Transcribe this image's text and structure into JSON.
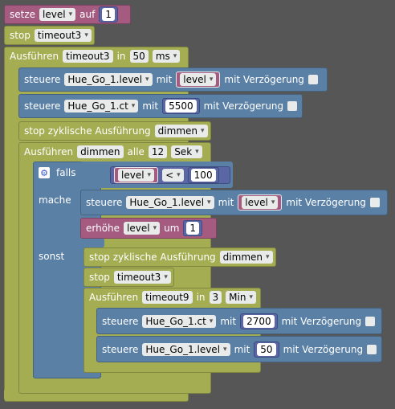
{
  "set_level": {
    "set": "setze",
    "var": "level",
    "to": "auf",
    "value": "1"
  },
  "stop_timeout3": {
    "label": "stop",
    "var": "timeout3"
  },
  "exec_timeout3": {
    "label": "Ausführen",
    "var": "timeout3",
    "in": "in",
    "delay": "50",
    "unit": "ms"
  },
  "ctrl_level_1": {
    "label": "steuere",
    "target": "Hue_Go_1.level",
    "with": "mit",
    "var": "level",
    "delay_label": "mit Verzögerung"
  },
  "ctrl_ct_1": {
    "label": "steuere",
    "target": "Hue_Go_1.ct",
    "with": "mit",
    "value": "5500",
    "delay_label": "mit Verzögerung"
  },
  "stop_cyclic_1": {
    "label": "stop zyklische Ausführung",
    "var": "dimmen"
  },
  "exec_dimmen": {
    "label": "Ausführen",
    "var": "dimmen",
    "every": "alle",
    "interval": "12",
    "unit": "Sek"
  },
  "if_block": {
    "falls": "falls",
    "mache": "mache",
    "sonst": "sonst",
    "left": "level",
    "op": "<",
    "right": "100"
  },
  "ctrl_level_2": {
    "label": "steuere",
    "target": "Hue_Go_1.level",
    "with": "mit",
    "var": "level",
    "delay_label": "mit Verzögerung"
  },
  "increment": {
    "label": "erhöhe",
    "var": "level",
    "by": "um",
    "value": "1"
  },
  "stop_cyclic_2": {
    "label": "stop zyklische Ausführung",
    "var": "dimmen"
  },
  "stop_timeout3_2": {
    "label": "stop",
    "var": "timeout3"
  },
  "exec_timeout9": {
    "label": "Ausführen",
    "var": "timeout9",
    "in": "in",
    "delay": "3",
    "unit": "Min"
  },
  "ctrl_ct_2": {
    "label": "steuere",
    "target": "Hue_Go_1.ct",
    "with": "mit",
    "value": "2700",
    "delay_label": "mit Verzögerung"
  },
  "ctrl_level_3": {
    "label": "steuere",
    "target": "Hue_Go_1.level",
    "with": "mit",
    "value": "50",
    "delay_label": "mit Verzögerung"
  }
}
